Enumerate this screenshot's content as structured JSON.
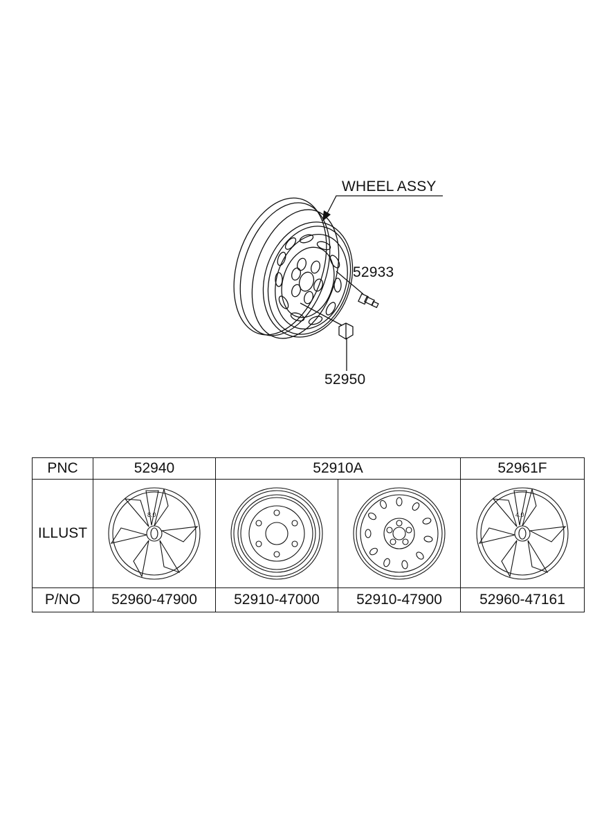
{
  "callouts": {
    "wheel_assy": "WHEEL ASSY",
    "valve": "52933",
    "nut": "52950"
  },
  "table": {
    "row_labels": {
      "pnc": "PNC",
      "illust": "ILLUST",
      "pno": "P/NO"
    },
    "pnc": [
      "52940",
      "52910A",
      "52961F"
    ],
    "part_numbers": [
      "52960-47900",
      "52910-47000",
      "52910-47900",
      "52960-47161"
    ],
    "cover_marks": [
      "8.0",
      "4.0"
    ]
  },
  "colors": {
    "line": "#111111",
    "background": "#ffffff"
  }
}
